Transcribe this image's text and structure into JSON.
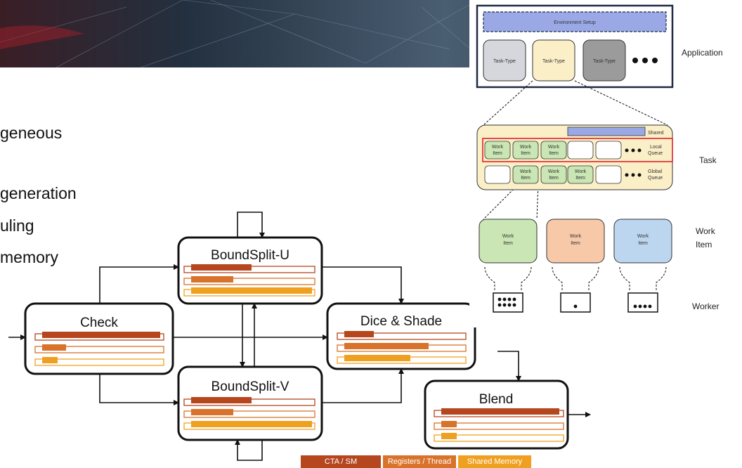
{
  "bullets": [
    "geneous",
    "generation",
    "uling",
    "memory"
  ],
  "pipeline": {
    "nodes": {
      "check": "Check",
      "bound_u": "BoundSplit-U",
      "bound_v": "BoundSplit-V",
      "dice": "Dice & Shade",
      "blend": "Blend"
    },
    "legend": {
      "cta": "CTA / SM",
      "registers": "Registers / Thread",
      "shared": "Shared Memory"
    }
  },
  "hierarchy": {
    "env_setup": "Environment Setup",
    "task_types": [
      "Task-Type",
      "Task-Type",
      "Task-Type"
    ],
    "work_item_short": [
      "Work",
      "Item"
    ],
    "shared": "Shared",
    "local_queue": [
      "Local",
      "Queue"
    ],
    "global_queue": [
      "Global",
      "Queue"
    ],
    "work_items": [
      [
        "Work",
        "Item"
      ],
      [
        "Work",
        "Item"
      ],
      [
        "Work",
        "Item"
      ]
    ],
    "levels": {
      "application": "Application",
      "task": "Task",
      "work_item": [
        "Work",
        "Item"
      ],
      "worker": "Worker"
    }
  },
  "colors": {
    "cta": "#b5461e",
    "registers": "#d9722a",
    "shared_mem": "#f0a020",
    "banner": "#1a2330"
  }
}
